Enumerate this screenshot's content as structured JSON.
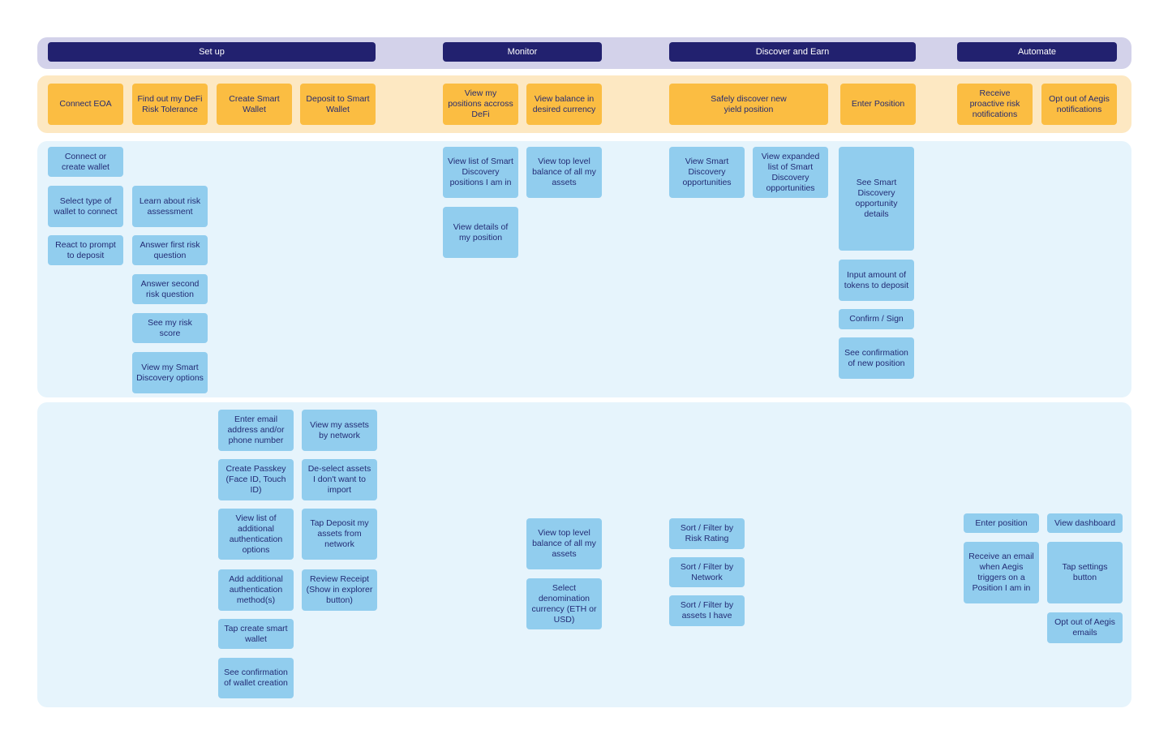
{
  "phases": {
    "setup": "Set up",
    "monitor": "Monitor",
    "discover": "Discover and Earn",
    "automate": "Automate"
  },
  "goals": {
    "connect_eoa": "Connect EOA",
    "risk_tolerance": "Find out my DeFi Risk Tolerance",
    "create_wallet": "Create Smart Wallet",
    "deposit": "Deposit to Smart Wallet",
    "view_positions": "View my positions accross DeFi",
    "view_balance": "View balance in desired currency",
    "discover_yield": "Safely discover new yield position",
    "enter_position": "Enter Position",
    "risk_notifications": "Receive proactive risk notifications",
    "opt_out_notifications": "Opt out of Aegis notifications"
  },
  "steps": {
    "connect_or_create": "Connect or create wallet",
    "select_wallet_type": "Select type of wallet to connect",
    "react_prompt": "React to prompt to deposit",
    "learn_risk": "Learn about risk assessment",
    "answer_first": "Answer first risk question",
    "answer_second": "Answer second risk question",
    "see_risk_score": "See my risk score",
    "view_sd_options": "View my Smart Discovery options",
    "view_sd_positions": "View list of Smart Discovery positions I am in",
    "view_position_details": "View details of my position",
    "view_top_balance_1": "View top level balance of all my assets",
    "view_sd_opportunities": "View Smart Discovery opportunities",
    "view_expanded_list": "View expanded list of Smart Discovery opportunities",
    "see_opportunity_details": "See Smart Discovery opportunity details",
    "input_amount": "Input amount of tokens to deposit",
    "confirm_sign": "Confirm / Sign",
    "see_confirmation_position": "See confirmation of new position",
    "enter_email": "Enter email address and/or phone number",
    "create_passkey": "Create Passkey (Face ID, Touch ID)",
    "view_auth_options": "View list of additional authentication options",
    "add_auth_method": "Add additional authentication method(s)",
    "tap_create_wallet": "Tap create smart wallet",
    "see_wallet_confirmation": "See confirmation of wallet creation",
    "view_assets_network": "View my assets by network",
    "deselect_assets": "De-select assets I don't want to import",
    "tap_deposit": "Tap Deposit my assets from network",
    "review_receipt": "Review Receipt (Show in explorer button)",
    "view_top_balance_2": "View top level balance of all my assets",
    "select_denomination": "Select denomination currency (ETH or USD)",
    "sort_risk": "Sort / Filter by Risk Rating",
    "sort_network": "Sort / Filter by Network",
    "sort_assets": "Sort / Filter by assets I have",
    "enter_position_step": "Enter position",
    "receive_email": "Receive an email when Aegis triggers on a Position I am in",
    "view_dashboard": "View dashboard",
    "tap_settings": "Tap settings button",
    "opt_out_emails": "Opt out of Aegis emails"
  },
  "colors": {
    "phase_band": "#d3d2ea",
    "phase_bar": "#22216f",
    "goal_band": "#fde8c2",
    "goal_card": "#fbbd42",
    "step_band": "#e6f4fc",
    "step_card": "#91cdee",
    "text_dark": "#232b74"
  }
}
